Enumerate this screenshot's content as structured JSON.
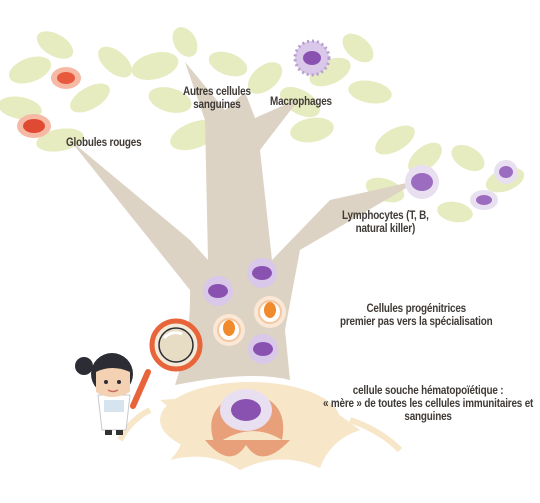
{
  "labels": {
    "globules_rouges": "Globules rouges",
    "autres_cellules_l1": "Autres cellules",
    "autres_cellules_l2": "sanguines",
    "macrophages": "Macrophages",
    "lymphocytes_l1": "Lymphocytes (T, B,",
    "lymphocytes_l2": "natural killer)",
    "progenitrices_l1": "Cellules progénitrices",
    "progenitrices_l2": "premier pas vers la spécialisation",
    "souche_l1": "cellule souche hématopoïétique :",
    "souche_l2": "« mère » de toutes les cellules immunitaires et",
    "souche_l3": "sanguines"
  },
  "colors": {
    "trunk": "#ddd3c4",
    "leaf": "#e6ecc0",
    "roots": "#f7e6c8",
    "red_cell": "#e85a3e",
    "purple_cell": "#8a52b0",
    "orange_nucleus": "#f08a2a",
    "label_text": "#3f3a36",
    "magnifier_rim": "#e8643a"
  },
  "icons": [
    "scientist-character",
    "magnifying-glass-icon"
  ]
}
